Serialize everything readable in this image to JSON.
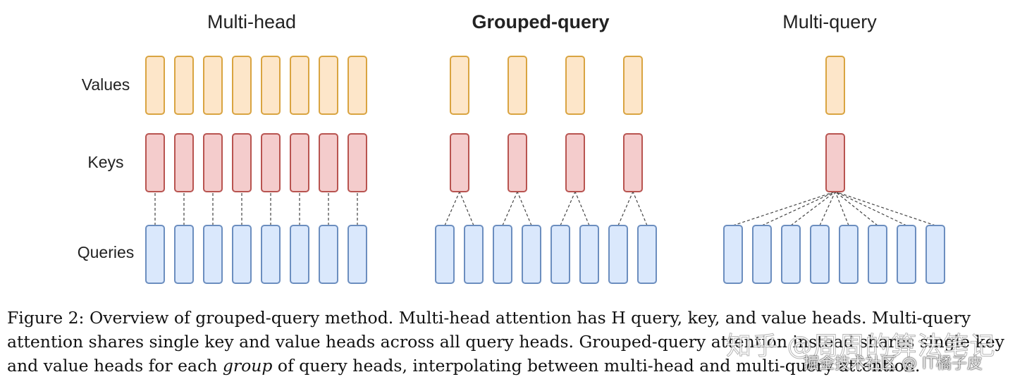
{
  "figure": {
    "panels": [
      {
        "title": "Multi-head",
        "bold": false,
        "values": 8,
        "keys": 8,
        "queries": 8,
        "mode": "one-to-one"
      },
      {
        "title": "Grouped-query",
        "bold": true,
        "values": 4,
        "keys": 4,
        "queries": 8,
        "mode": "grouped"
      },
      {
        "title": "Multi-query",
        "bold": false,
        "values": 1,
        "keys": 1,
        "queries": 8,
        "mode": "shared"
      }
    ],
    "row_labels": {
      "values": "Values",
      "keys": "Keys",
      "queries": "Queries"
    },
    "colors": {
      "values_fill": "#fde6c9",
      "values_stroke": "#d9a441",
      "keys_fill": "#f4cccc",
      "keys_stroke": "#b85450",
      "queries_fill": "#dae8fc",
      "queries_stroke": "#6c8ebf",
      "connector": "#444444"
    }
  },
  "caption": {
    "prefix": "Figure 2: Overview of grouped-query method. Multi-head attention has H query, key, and value heads. Multi-query attention shares single key and value heads across all query heads. Grouped-query attention instead shares single key and value heads for each ",
    "emphasis": "group",
    "suffix": " of query heads, interpolating between multi-head and multi-query attention."
  },
  "watermark": {
    "main": "知乎 @周周的算法笔记",
    "sub": "掘金技术社区 @ IT橘子皮"
  }
}
